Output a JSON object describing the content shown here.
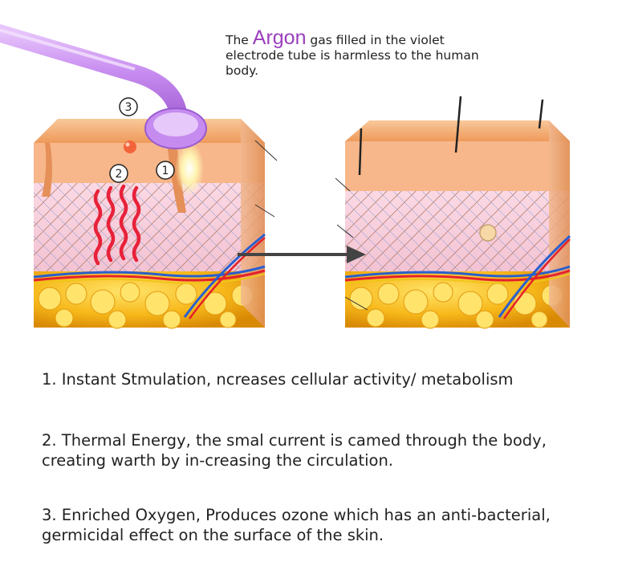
{
  "caption": {
    "prefix": "The ",
    "highlight": "Argon",
    "suffix": " gas filled in the violet electrode tube is harmless to the human body."
  },
  "markers": {
    "one": "①",
    "two": "②",
    "three": "③"
  },
  "notes": [
    "1. Instant Stmulation, ncreases cellular activity/ metabolism",
    "2. Thermal Energy, the smal current is camed through the body, creating warth by in-creasing the circulation.",
    "3. Enriched Oxygen, Produces ozone which has an anti-bacterial, germicidal effect on the surface of the skin."
  ],
  "colors": {
    "argon_text": "#9b3fbd",
    "tube": "#c98ff0",
    "skin_top": "#f6b27c",
    "fat": "#f7b81a",
    "heat_waves": "#e8213a",
    "arrow": "#444444"
  }
}
